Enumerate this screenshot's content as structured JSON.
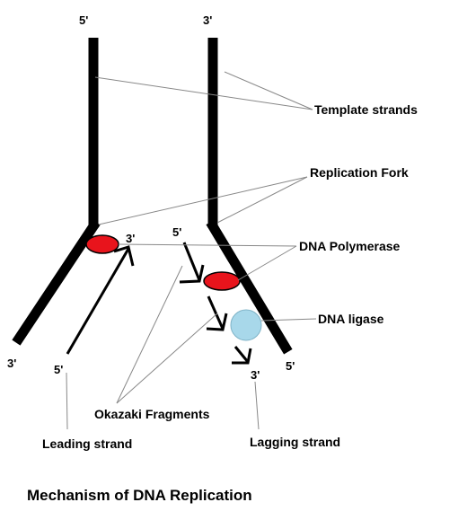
{
  "caption": "Mechanism of DNA Replication",
  "labels": {
    "template_strands": "Template strands",
    "replication_fork": "Replication Fork",
    "dna_polymerase": "DNA Polymerase",
    "dna_ligase": "DNA ligase",
    "okazaki_fragments": "Okazaki Fragments",
    "leading_strand": "Leading strand",
    "lagging_strand": "Lagging strand"
  },
  "strand_ends": {
    "left_top": "5'",
    "right_top": "3'",
    "left_bottom": "3'",
    "right_bottom": "5'",
    "leading_start": "5'",
    "leading_end": "3'",
    "lagging_start": "5'",
    "lagging_end": "3'"
  },
  "colors": {
    "strand": "#000000",
    "polymerase": "#e8141c",
    "ligase": "#a8d8ea",
    "pointer_line": "#888888"
  }
}
